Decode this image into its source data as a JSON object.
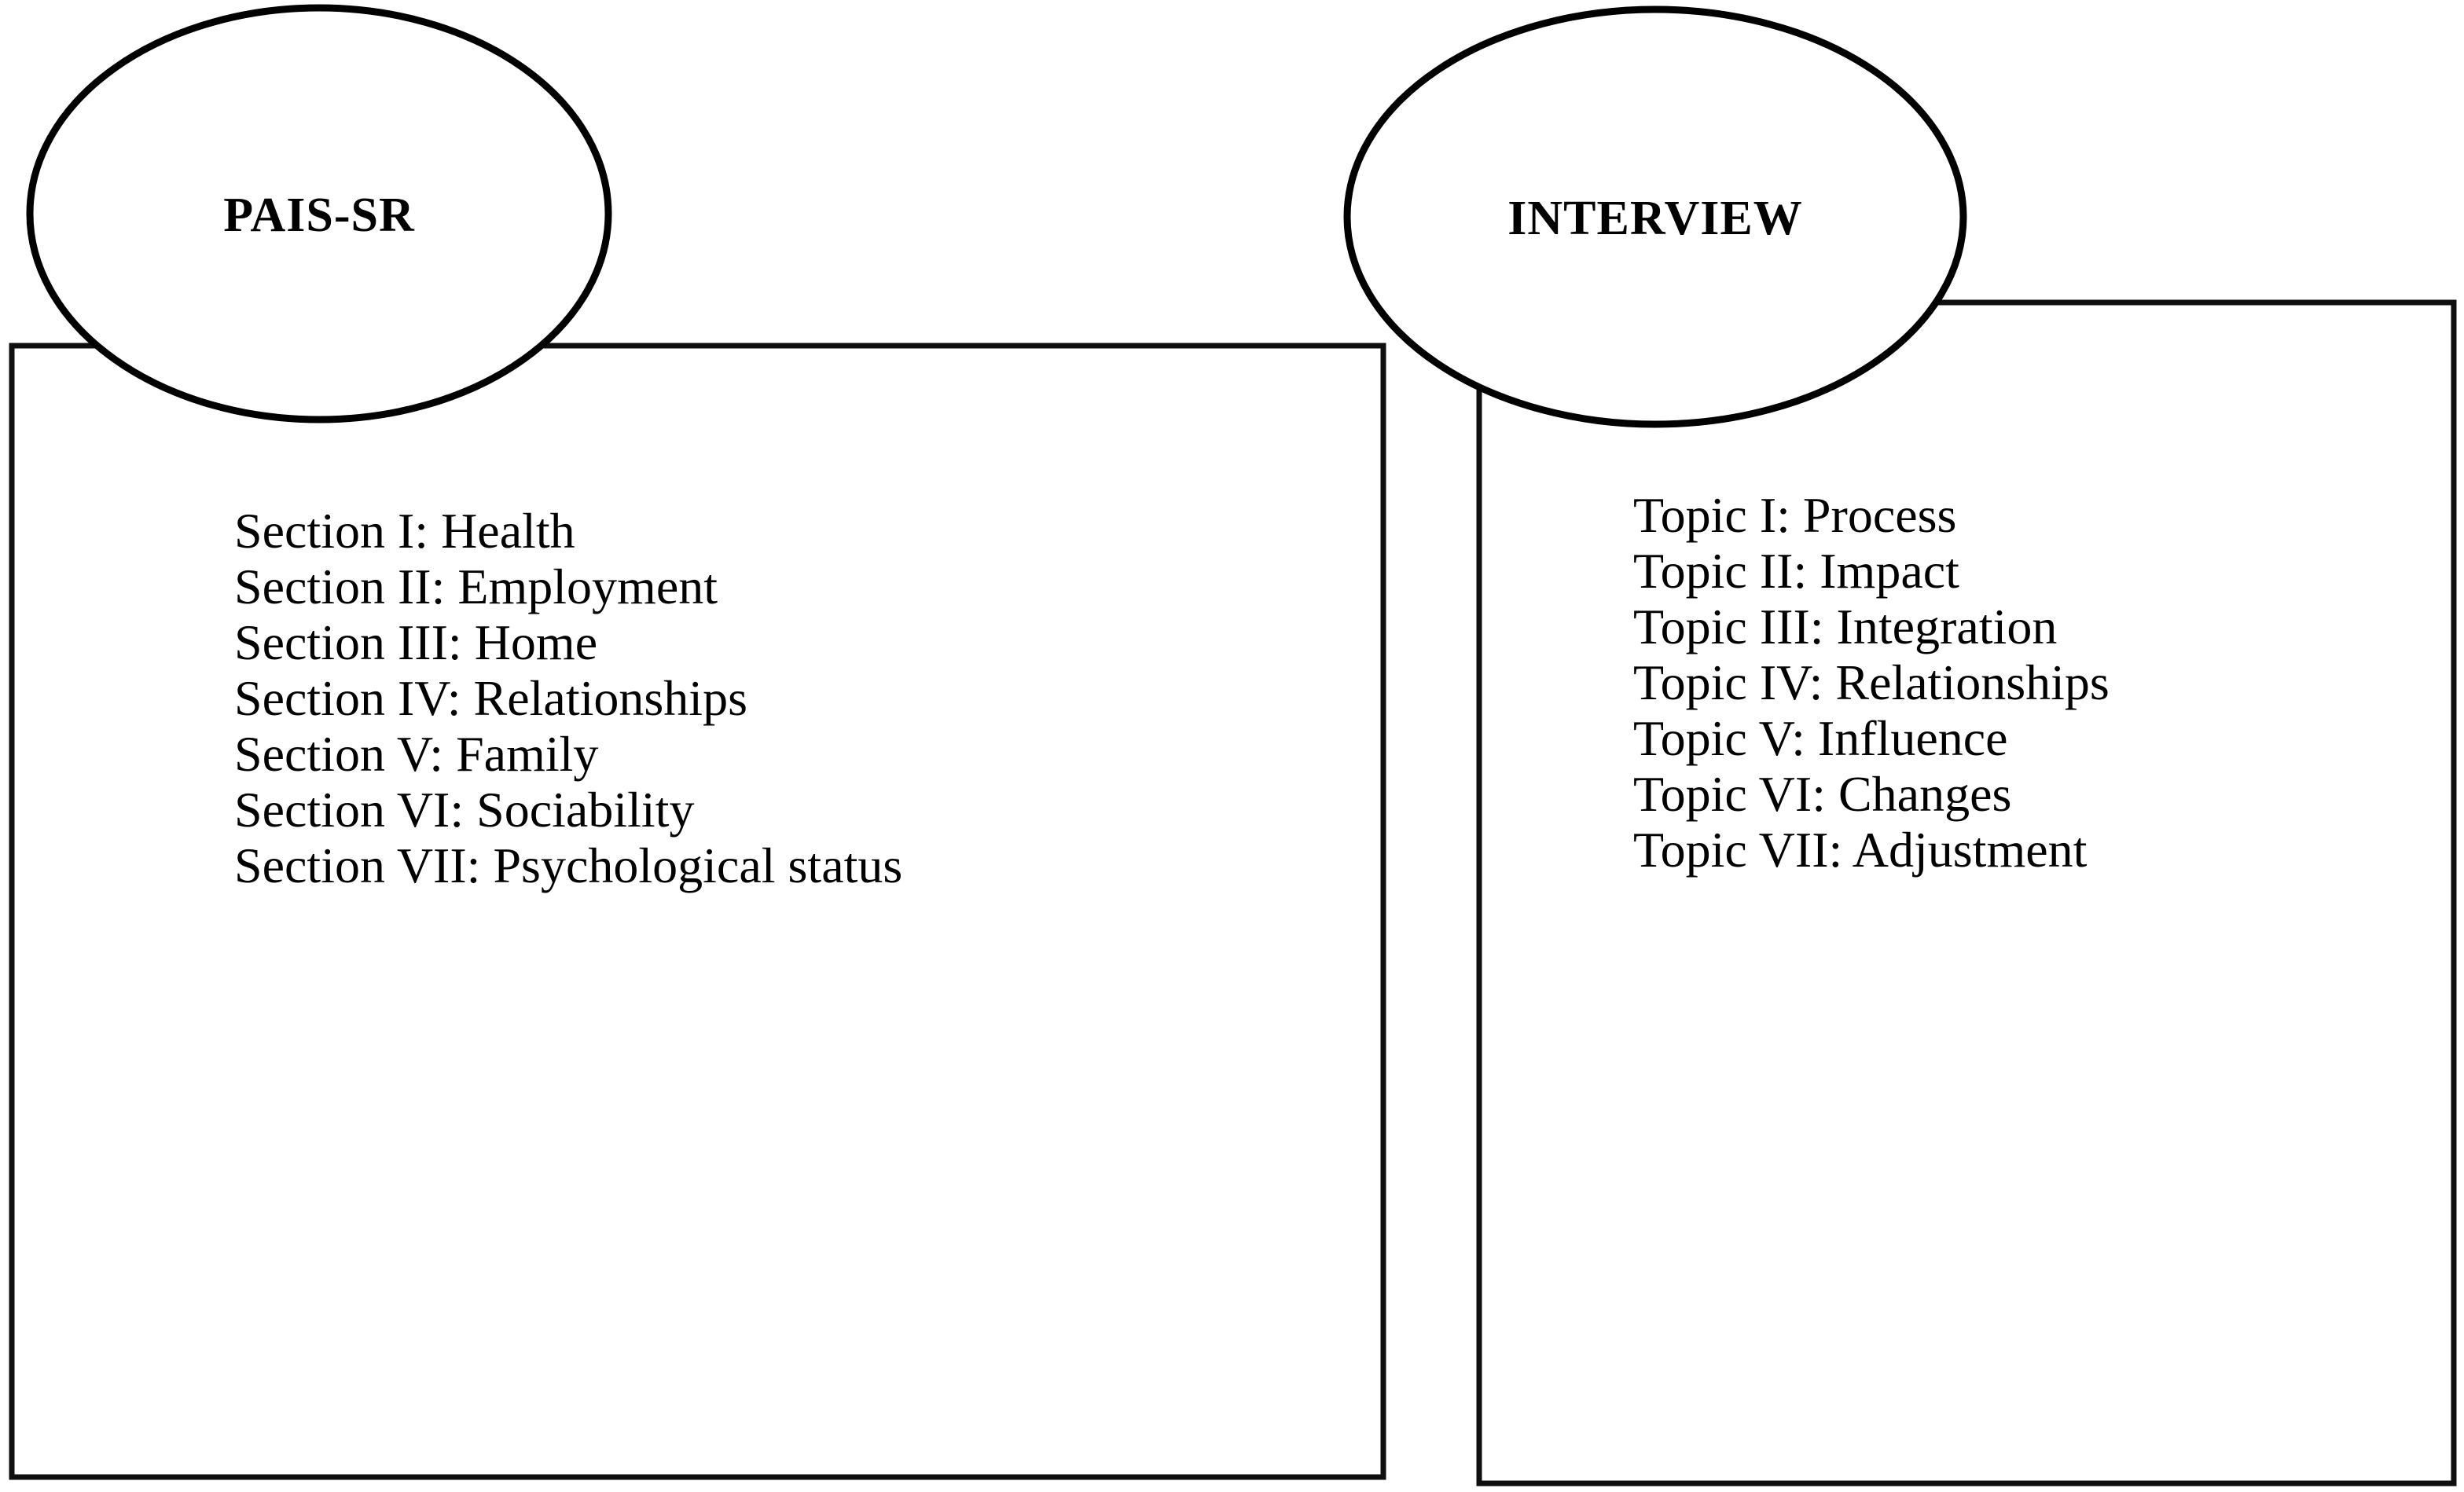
{
  "diagram": {
    "type": "two-panel-comparison",
    "background_color": "#ffffff",
    "stroke_color": "#000000",
    "text_color": "#000000"
  },
  "left_panel": {
    "node_label": "PAIS-SR",
    "items": [
      "Section I: Health",
      "Section II: Employment",
      "Section III: Home",
      "Section IV: Relationships",
      "Section V: Family",
      "Section VI: Sociability",
      "Section VII: Psychological status"
    ]
  },
  "right_panel": {
    "node_label": "INTERVIEW",
    "items": [
      "Topic I: Process",
      "Topic II: Impact",
      "Topic III: Integration",
      "Topic IV: Relationships",
      "Topic V: Influence",
      "Topic VI: Changes",
      "Topic VII: Adjustment"
    ]
  }
}
